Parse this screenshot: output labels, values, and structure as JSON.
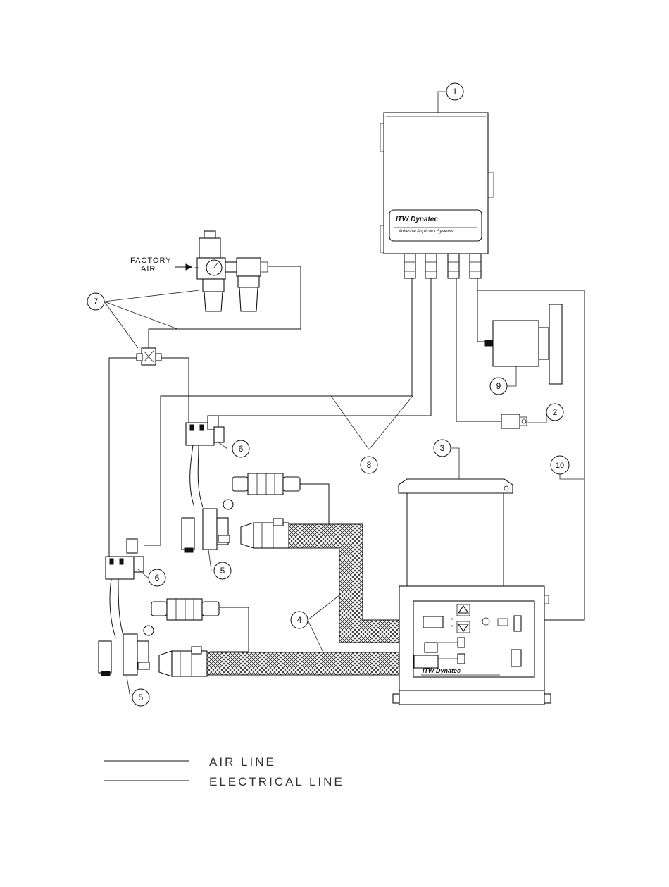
{
  "callouts": {
    "factory_air_line1": "FACTORY",
    "factory_air_line2": "AIR"
  },
  "balloons": {
    "b1": "1",
    "b2": "2",
    "b3": "3",
    "b4": "4",
    "b5a": "5",
    "b5b": "5",
    "b6a": "6",
    "b6b": "6",
    "b7": "7",
    "b8": "8",
    "b9": "9",
    "b10": "10"
  },
  "controller": {
    "brand": "ITW Dynatec",
    "subtitle": "Adhesive Applicator Systems"
  },
  "melter": {
    "brand": "ITW Dynatec"
  },
  "legend": {
    "air_line": "AIR  LINE",
    "electrical_line": "ELECTRICAL  LINE"
  }
}
